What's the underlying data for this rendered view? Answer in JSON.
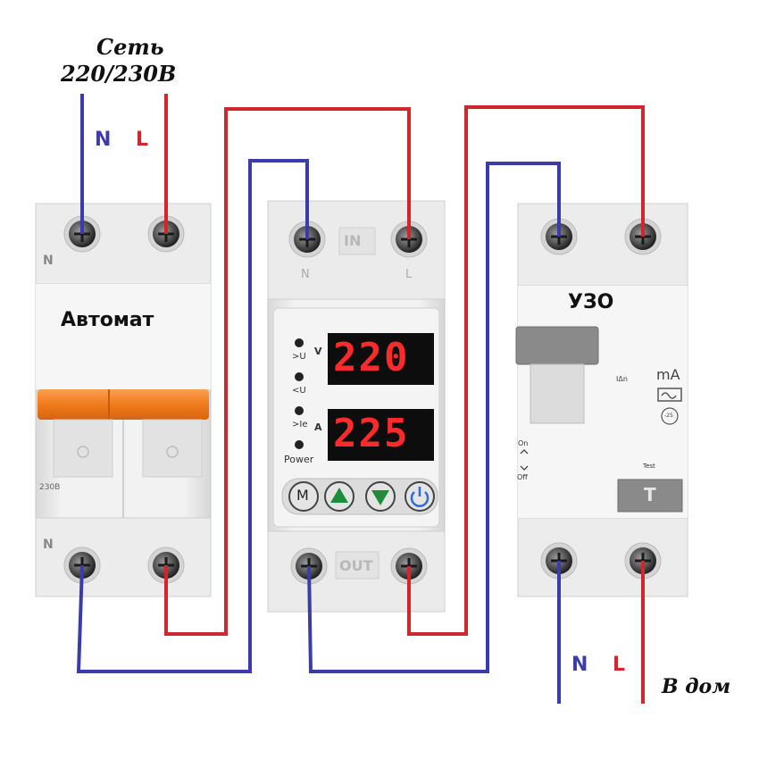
{
  "supply": {
    "title_line1": "Сеть",
    "title_line2": "220/230В",
    "n_label": "N",
    "l_label": "L"
  },
  "breaker": {
    "name": "Автомат",
    "top_n": "N",
    "bottom_n": "N",
    "rating": "230B"
  },
  "relay": {
    "in_label": "IN",
    "out_label": "OUT",
    "n_label": "N",
    "l_label": "L",
    "indicators": [
      ">U",
      "<U",
      ">Ie",
      "Power"
    ],
    "voltage_display": "220",
    "current_display": "225",
    "voltage_unit": "V",
    "current_unit": "A",
    "buttons": [
      "M",
      "up-arrow",
      "down-arrow",
      "power"
    ]
  },
  "rcd": {
    "name": "УЗО",
    "sensitivity_unit": "mA",
    "idn_label": "IΔn",
    "on_label": "On",
    "off_label": "Off",
    "test_label": "Test",
    "test_button": "T",
    "temp_label": "-25"
  },
  "house": {
    "title": "В дом",
    "n_label": "N",
    "l_label": "L"
  },
  "colors": {
    "neutral": "#3b3cab",
    "live": "#d02630",
    "led": "#ff2a2a",
    "orange": "#f07a1c"
  }
}
